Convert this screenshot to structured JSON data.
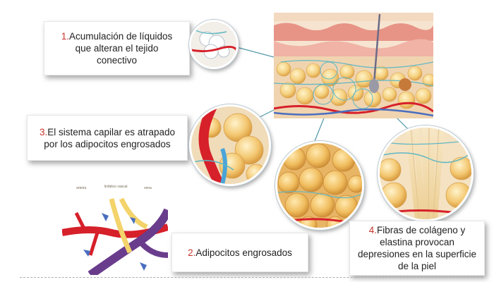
{
  "labels": {
    "l1": {
      "num": "1.",
      "text_a": "Acumulación de líquidos",
      "text_b": "que  alteran el tejido",
      "text_c": "conectivo"
    },
    "l2": {
      "num": "2.",
      "text": "Adipocitos engrosados"
    },
    "l3": {
      "num": "3.",
      "text_a": "El sistema capilar es atrapado",
      "text_b": "por los adipocitos engrosados"
    },
    "l4": {
      "num": "4.",
      "text_a": "Fibras de colágeno y",
      "text_b": "elastina provocan",
      "text_c": "depresiones en la superficie",
      "text_d": "de la piel"
    }
  },
  "vascular_labels": {
    "artery": "arteria",
    "lymph": "linfático vascal",
    "vein": "vena"
  },
  "colors": {
    "number": "#c8352b",
    "fat": "#f3c770",
    "artery": "#d6202a",
    "vein": "#6a3c8c",
    "fiber": "#5fb7c4"
  },
  "icons": [
    "skin-cross-section",
    "fluid-cells",
    "capillary-fat",
    "fat-cells",
    "collagen-fibers",
    "vascular-network"
  ]
}
